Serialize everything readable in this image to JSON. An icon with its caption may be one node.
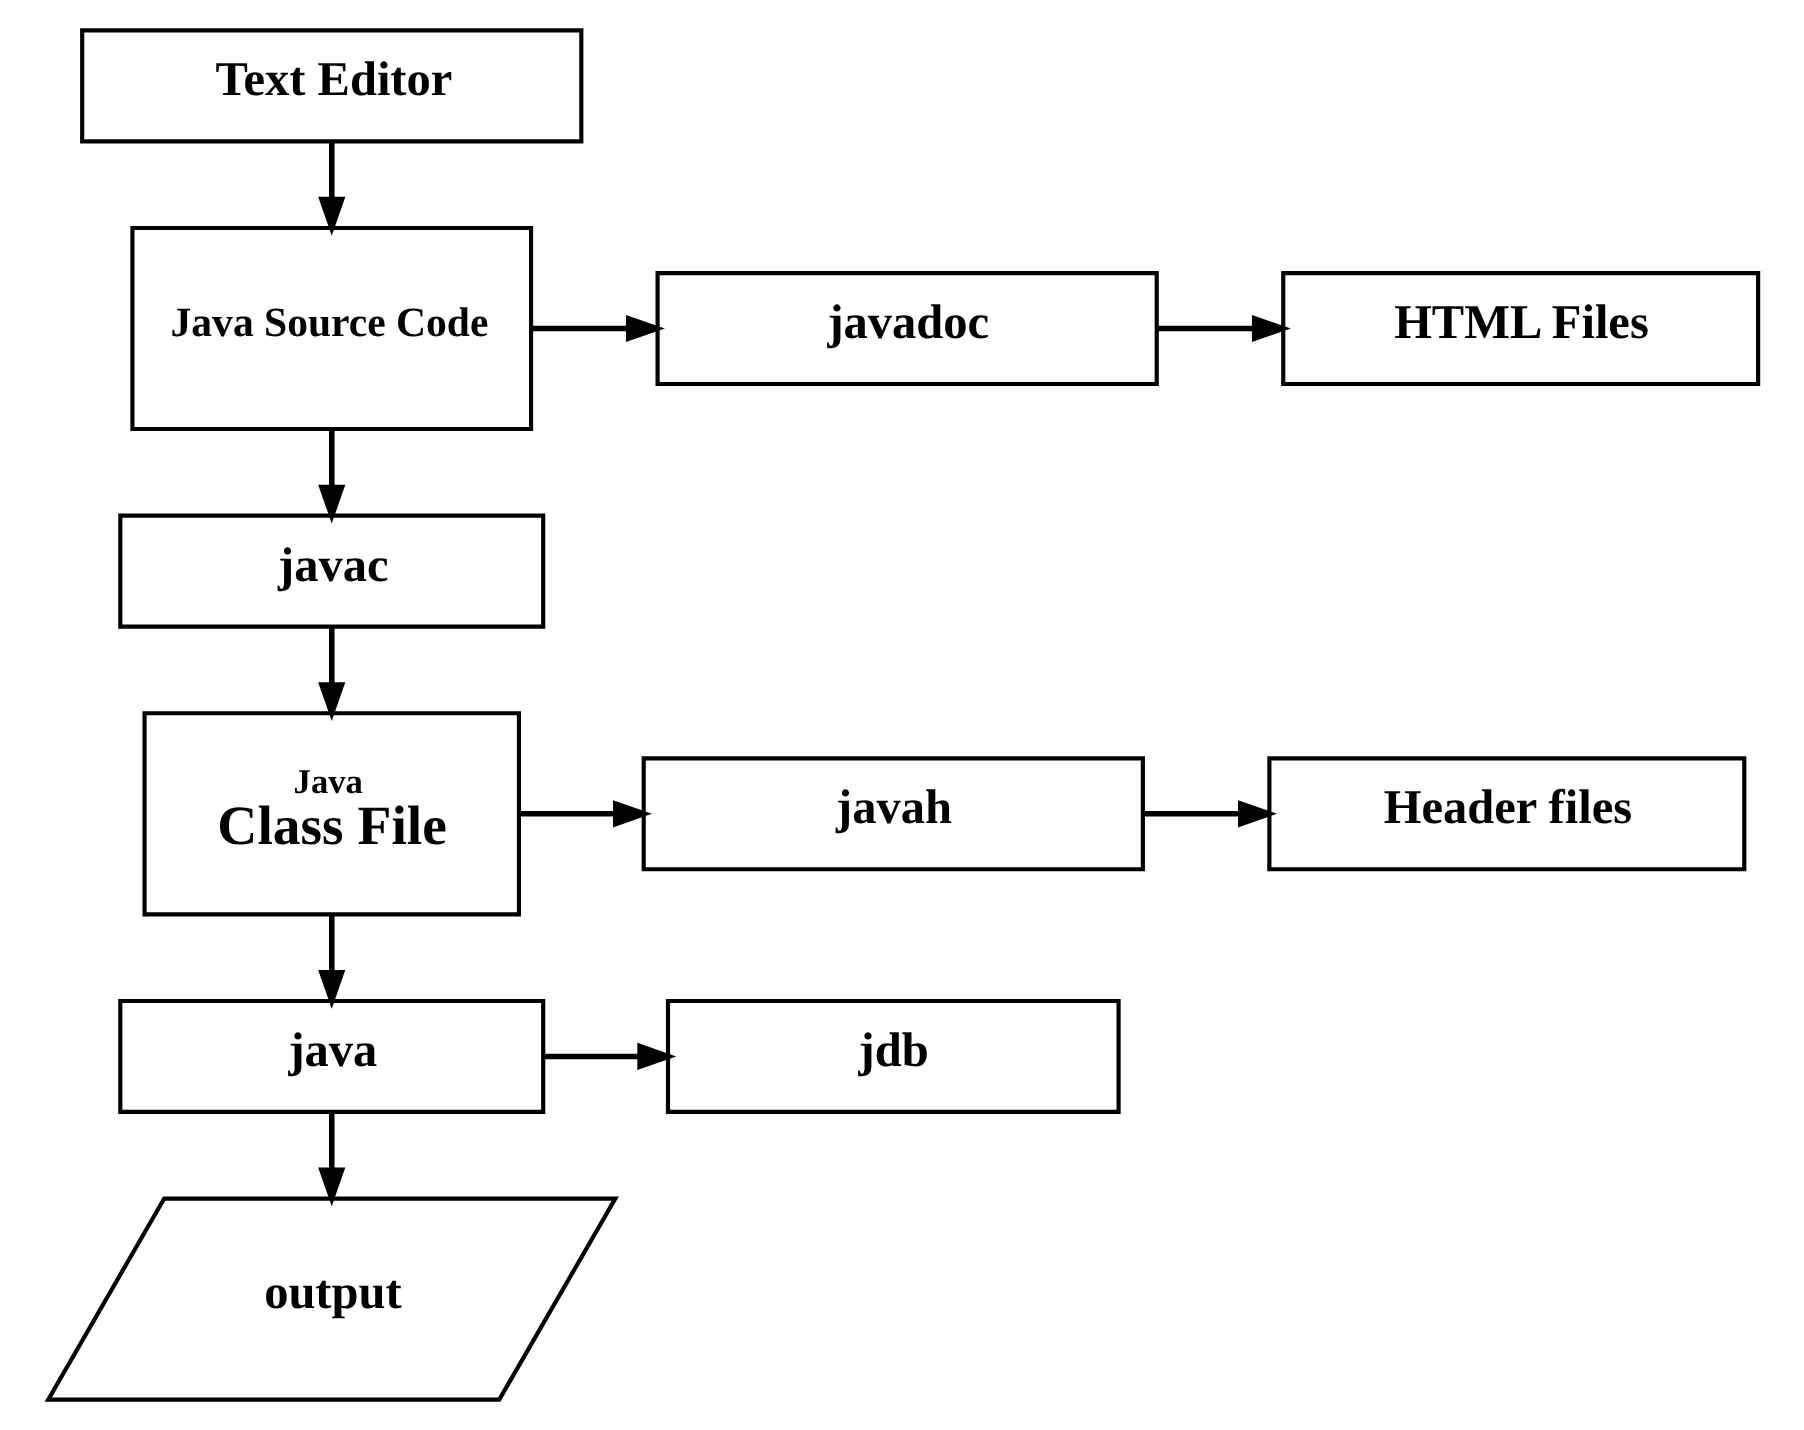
{
  "diagram": {
    "nodes": [
      {
        "text": [
          "Text Editor"
        ]
      },
      {
        "text": [
          "Java Source Code"
        ]
      },
      {
        "text": [
          "javadoc"
        ]
      },
      {
        "text": [
          "HTML Files"
        ]
      },
      {
        "text": [
          "javac"
        ]
      },
      {
        "text": [
          "Java",
          "Class File"
        ]
      },
      {
        "text": [
          "javah"
        ]
      },
      {
        "text": [
          "Header files"
        ]
      },
      {
        "text": [
          "java"
        ]
      },
      {
        "text": [
          "jdb"
        ]
      },
      {
        "text": [
          "output"
        ]
      }
    ],
    "edges": [
      {
        "from": 0,
        "to": 1,
        "arrow": "to"
      },
      {
        "from": 1,
        "to": 2,
        "arrow": "to"
      },
      {
        "from": 2,
        "to": 3,
        "arrow": "to"
      },
      {
        "from": 1,
        "to": 4,
        "arrow": "to"
      },
      {
        "from": 4,
        "to": 5,
        "arrow": "to"
      },
      {
        "from": 5,
        "to": 6,
        "arrow": "to"
      },
      {
        "from": 6,
        "to": 7,
        "arrow": "to"
      },
      {
        "from": 5,
        "to": 8,
        "arrow": "to"
      },
      {
        "from": 8,
        "to": 9,
        "arrow": "to"
      },
      {
        "from": 8,
        "to": 10,
        "arrow": "to"
      }
    ]
  }
}
